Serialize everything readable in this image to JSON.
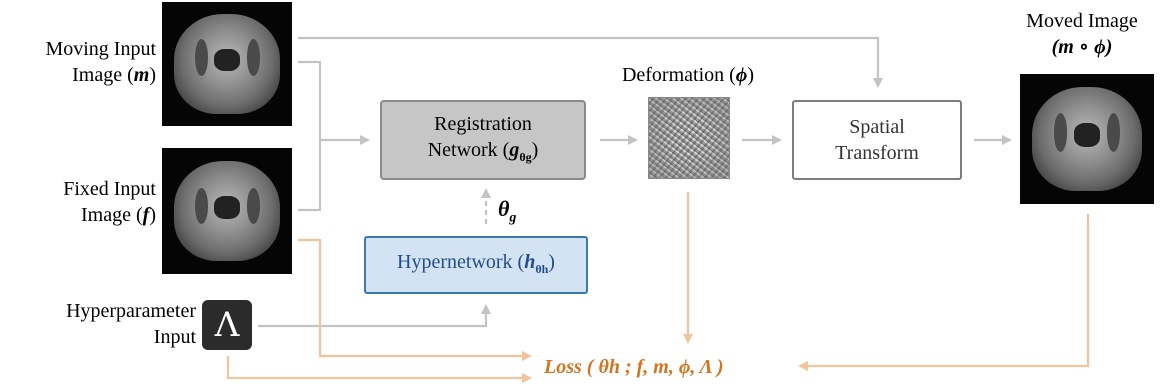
{
  "inputs": {
    "moving_line1": "Moving Input",
    "moving_line2": "Image (",
    "moving_sym": "m",
    "moving_close": ")",
    "fixed_line1": "Fixed Input",
    "fixed_line2": "Image (",
    "fixed_sym": "f",
    "fixed_close": ")",
    "hyper_line1": "Hyperparameter",
    "hyper_line2": "Input",
    "lambda_symbol": "Λ"
  },
  "registration": {
    "line1": "Registration",
    "line2": "Network (",
    "sym": "g",
    "sub": "θg",
    "close": ")"
  },
  "hypernetwork": {
    "label": "Hypernetwork (",
    "sym": "h",
    "sub": "θh",
    "close": ")"
  },
  "theta_g": {
    "sym": "θ",
    "sub": "g"
  },
  "deformation": {
    "label": "Deformation (",
    "sym": "ϕ",
    "close": ")"
  },
  "spatial": {
    "line1": "Spatial",
    "line2": "Transform"
  },
  "moved": {
    "line1": "Moved Image",
    "line2": "(m ∘ ϕ)"
  },
  "loss": {
    "text": "Loss ( θh ; f, m, ϕ, Λ )"
  },
  "colors": {
    "gray_arrow": "#c3c3c3",
    "orange_arrow": "#f2c49c",
    "loss_text": "#d3741f",
    "hyper_fill": "#d4e3f3",
    "hyper_border": "#3a78b5",
    "reg_fill": "#c6c6c6"
  }
}
